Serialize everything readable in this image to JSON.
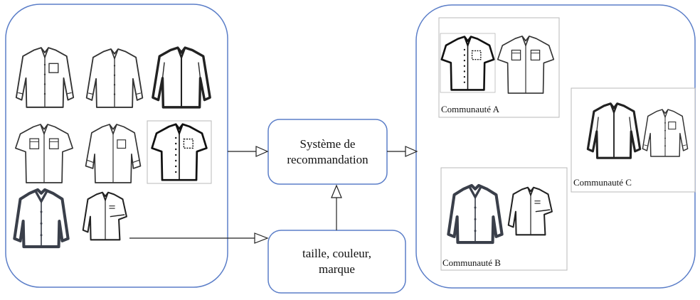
{
  "diagram": {
    "recommender": {
      "line1": "Système de",
      "line2": "recommandation"
    },
    "attributes": {
      "line1": "taille, couleur,",
      "line2": "marque"
    },
    "communities": {
      "a": "Communauté A",
      "b": "Communauté B",
      "c": "Communauté C"
    },
    "icons": {
      "catalog": [
        "shirt-pocket-long-sleeve-icon",
        "shirt-plain-long-sleeve-icon",
        "shirt-dark-long-sleeve-icon",
        "shirt-short-sleeve-two-pocket-icon",
        "shirt-rolled-sleeve-icon",
        "shirt-short-sleeve-dotted-icon",
        "shirt-bold-outline-icon",
        "shirt-half-tucked-icon"
      ],
      "community_a": [
        "shirt-short-sleeve-dotted-icon",
        "shirt-short-sleeve-two-pocket-icon"
      ],
      "community_b": [
        "shirt-bold-outline-icon",
        "shirt-half-tucked-icon"
      ],
      "community_c": [
        "shirt-dark-long-sleeve-icon",
        "shirt-pocket-long-sleeve-icon"
      ]
    },
    "colors": {
      "frame": "#5b7ec8",
      "arrow": "#222222",
      "photo_border": "#b8b8b8"
    }
  }
}
